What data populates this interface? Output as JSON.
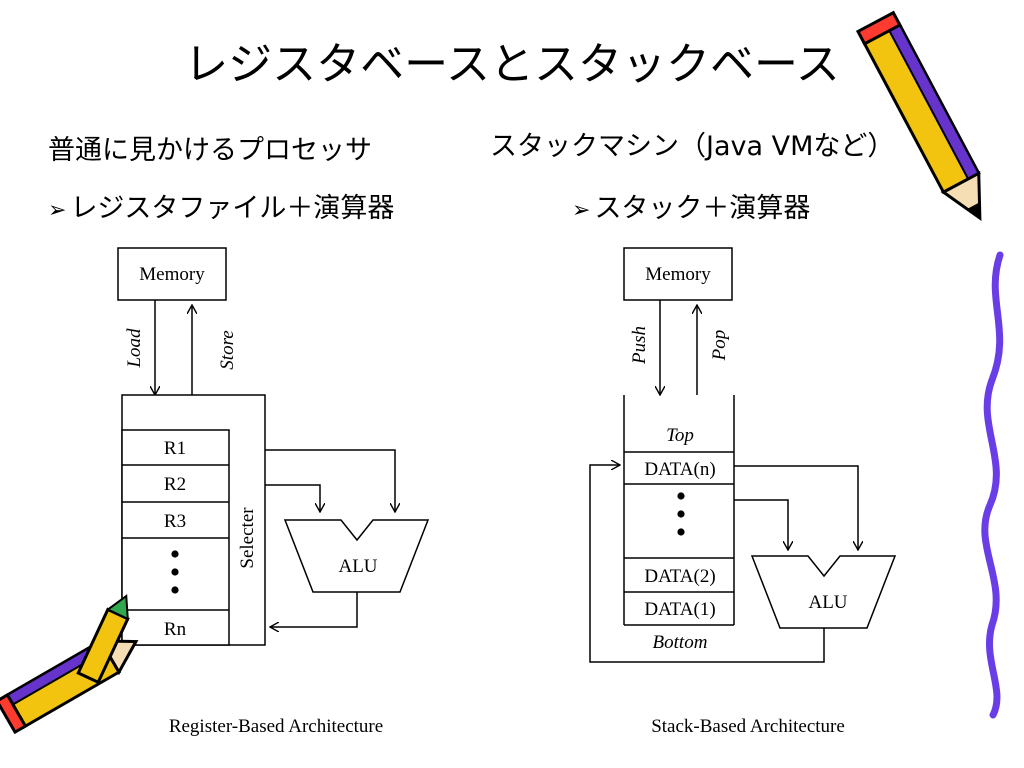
{
  "slide": {
    "title": "レジスタベースとスタックベース"
  },
  "left": {
    "heading": "普通に見かけるプロセッサ",
    "bullet_glyph": "➢",
    "bullet": "レジスタファイル＋演算器",
    "diagram": {
      "memory": "Memory",
      "load": "Load",
      "store": "Store",
      "registers": [
        "R1",
        "R2",
        "R3"
      ],
      "last_register": "Rn",
      "selector": "Selecter",
      "alu": "ALU"
    },
    "caption": "Register-Based Architecture"
  },
  "right": {
    "heading": "スタックマシン（Java VMなど）",
    "bullet_glyph": "➢",
    "bullet": "スタック＋演算器",
    "diagram": {
      "memory": "Memory",
      "push": "Push",
      "pop": "Pop",
      "top": "Top",
      "data_n": "DATA(n)",
      "data_2": "DATA(2)",
      "data_1": "DATA(1)",
      "bottom": "Bottom",
      "alu": "ALU"
    },
    "caption": "Stack-Based Architecture"
  },
  "decor": {
    "pencil_top_right": "pencil-icon",
    "pencil_bottom_left": "pencil-icon",
    "squiggle": "squiggle-line",
    "pencil_body_color": "#f2c30f",
    "pencil_accent_color": "#6633cc",
    "pencil_tip_color": "#ff3b30",
    "squiggle_color": "#6a3ee6"
  }
}
